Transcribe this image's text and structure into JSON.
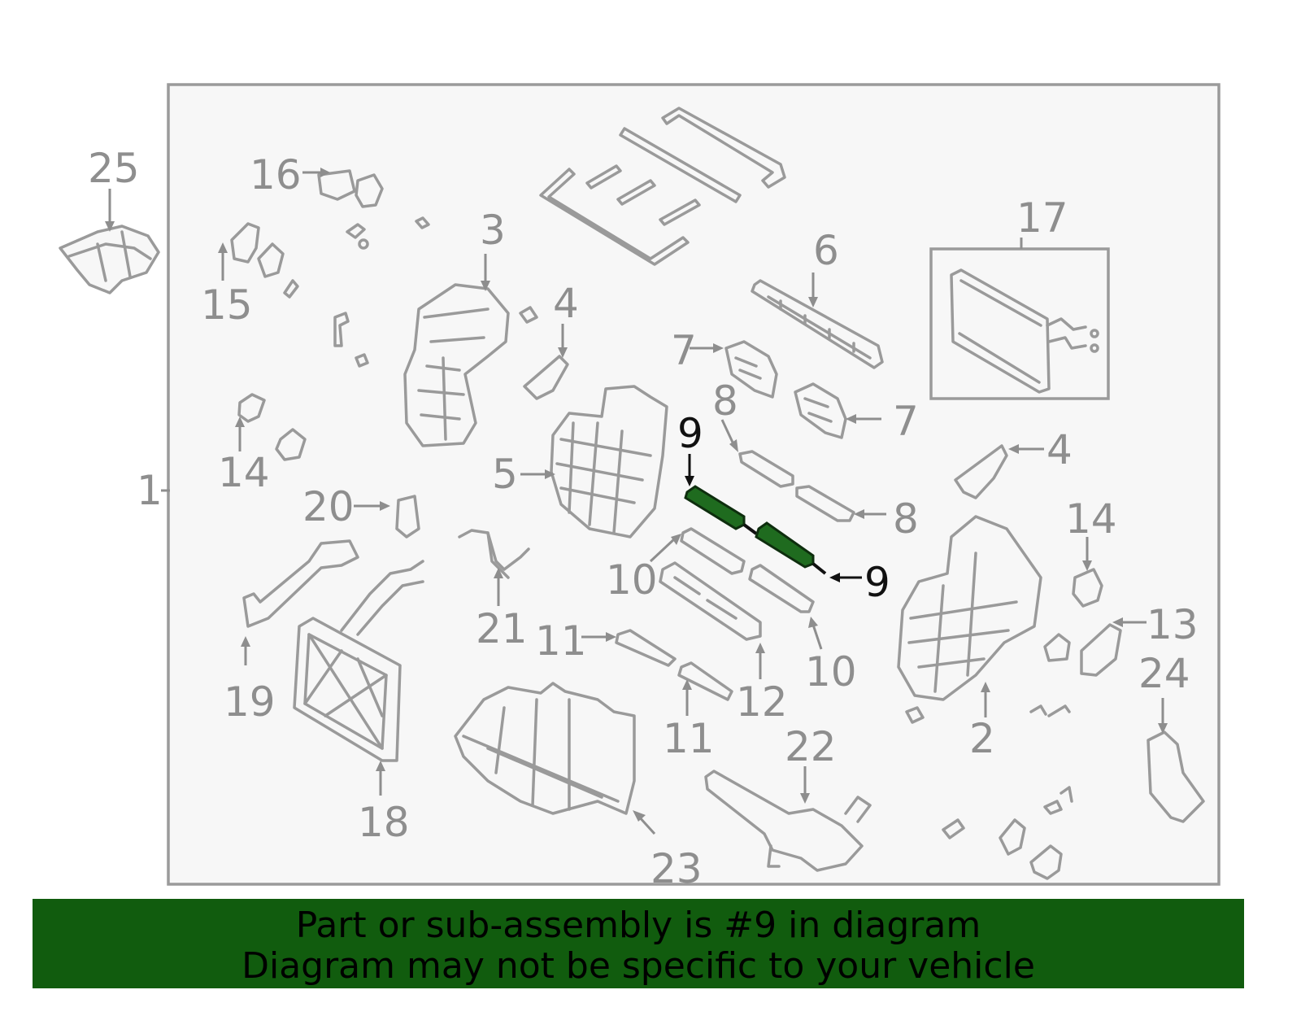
{
  "highlight_color": "#1f6b1f",
  "banner_color": "#115c0e",
  "callouts": {
    "c25": "25",
    "c16": "16",
    "c15": "15",
    "c3": "3",
    "c4a": "4",
    "c6": "6",
    "c17": "17",
    "c7a": "7",
    "c7b": "7",
    "c8a": "8",
    "c8b": "8",
    "c9a": "9",
    "c9b": "9",
    "c1": "1",
    "c14a": "14",
    "c14b": "14",
    "c5": "5",
    "c4b": "4",
    "c20": "20",
    "c21": "21",
    "c10a": "10",
    "c10b": "10",
    "c11a": "11",
    "c11b": "11",
    "c12": "12",
    "c13": "13",
    "c2": "2",
    "c24": "24",
    "c19": "19",
    "c18": "18",
    "c22": "22",
    "c23": "23"
  },
  "banner": {
    "line1": "Part or sub-assembly is #9 in diagram",
    "line2": "Diagram may not be specific to your vehicle"
  }
}
